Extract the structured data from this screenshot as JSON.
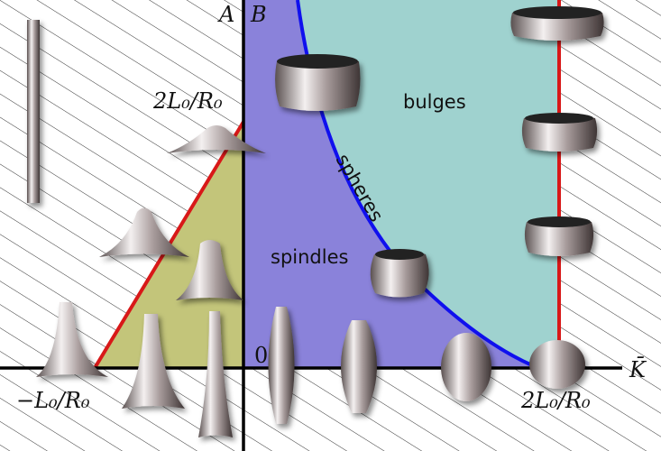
{
  "labels": {
    "axis_a": "A",
    "axis_b": "B",
    "y_tick": "2L₀/R₀",
    "x_tick_neg": "−L₀/R₀",
    "x_tick_pos": "2L₀/R₀",
    "origin": "0",
    "x_axis": "K̄",
    "region_bulges": "bulges",
    "curve_spheres": "spheres",
    "region_spindles": "spindles"
  },
  "colors": {
    "region_A": "#c3c57a",
    "region_spindles": "#8a82da",
    "region_bulges": "#9fd2cf",
    "boundary_red": "#d81818",
    "spheres_curve": "#1010ee",
    "hatch": "#333333"
  }
}
